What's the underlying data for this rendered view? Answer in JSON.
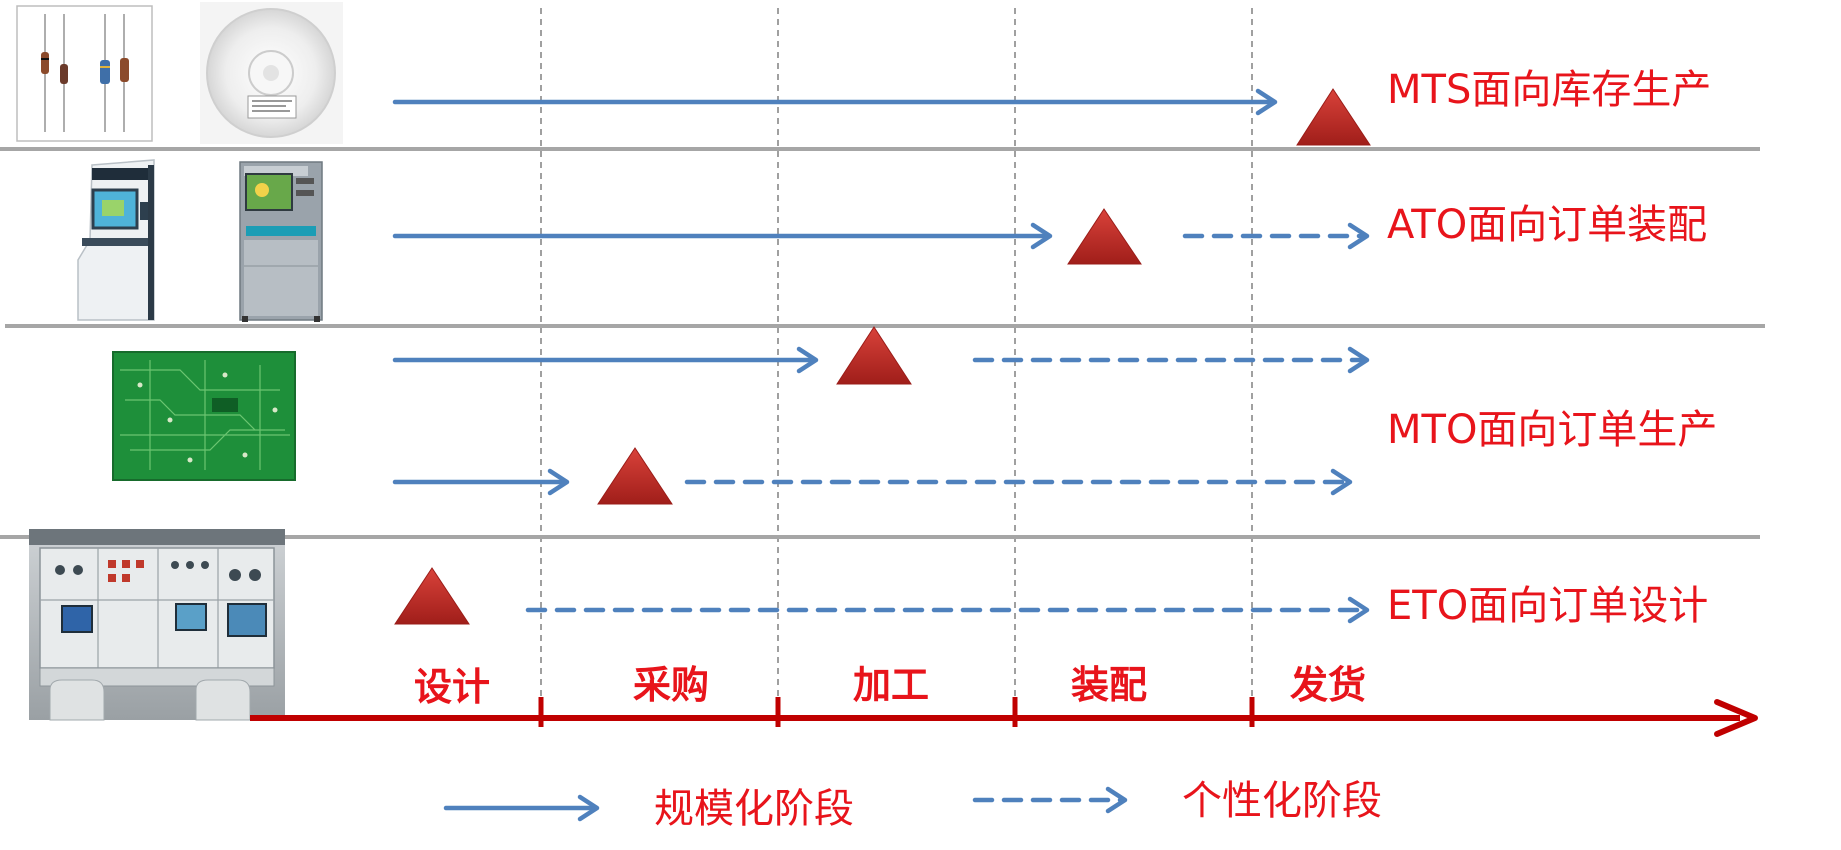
{
  "colors": {
    "arrow_blue": "#4F81BD",
    "accent_red": "#C00000",
    "triangle_red": "#C0302A",
    "label_red": "#E8141B",
    "divider_gray": "#A6A6A6",
    "grid_gray": "#808080"
  },
  "strategies": [
    {
      "label": "MTS面向库存生产"
    },
    {
      "label": "ATO面向订单装配"
    },
    {
      "label": "MTO面向订单生产"
    },
    {
      "label": "ETO面向订单设计"
    }
  ],
  "stages": [
    "设计",
    "采购",
    "加工",
    "装配",
    "发货"
  ],
  "legend": {
    "solid_label": "规模化阶段",
    "dashed_label": "个性化阶段"
  },
  "images": [
    {
      "name": "resistor-components-image",
      "icon": "resistors"
    },
    {
      "name": "smd-component-reel-image",
      "icon": "tape-reel"
    },
    {
      "name": "registration-kiosk-image",
      "icon": "kiosk"
    },
    {
      "name": "payment-kiosk-image",
      "icon": "kiosk-gray"
    },
    {
      "name": "pcb-board-image",
      "icon": "circuit-board"
    },
    {
      "name": "control-console-image",
      "icon": "console"
    }
  ]
}
